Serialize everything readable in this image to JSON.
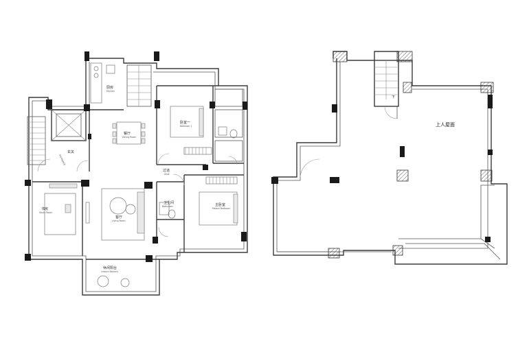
{
  "floor_plan": {
    "left_plan": {
      "rooms": [
        {
          "id": "kitchen",
          "zh": "厨房",
          "en": "Kitchen"
        },
        {
          "id": "dining",
          "zh": "餐厅",
          "en": "Dining Room"
        },
        {
          "id": "entrance",
          "zh": "玄关",
          "en": "ENTRANCE"
        },
        {
          "id": "bedroom1",
          "zh": "卧室一",
          "en": "Bedroom 1"
        },
        {
          "id": "aisle",
          "zh": "过道",
          "en": "Aisle"
        },
        {
          "id": "bathroom",
          "zh": "卫生间",
          "en": "Bathroom"
        },
        {
          "id": "master",
          "zh": "主卧室",
          "en": "Master Bedroom"
        },
        {
          "id": "study",
          "zh": "书房",
          "en": "Study Room"
        },
        {
          "id": "living",
          "zh": "客厅",
          "en": "Living Room"
        },
        {
          "id": "balcony",
          "zh": "休闲阳台",
          "en": "Leisure Balcony"
        }
      ]
    },
    "right_plan": {
      "roof_label": "上人屋面",
      "stair_label": "下"
    }
  }
}
